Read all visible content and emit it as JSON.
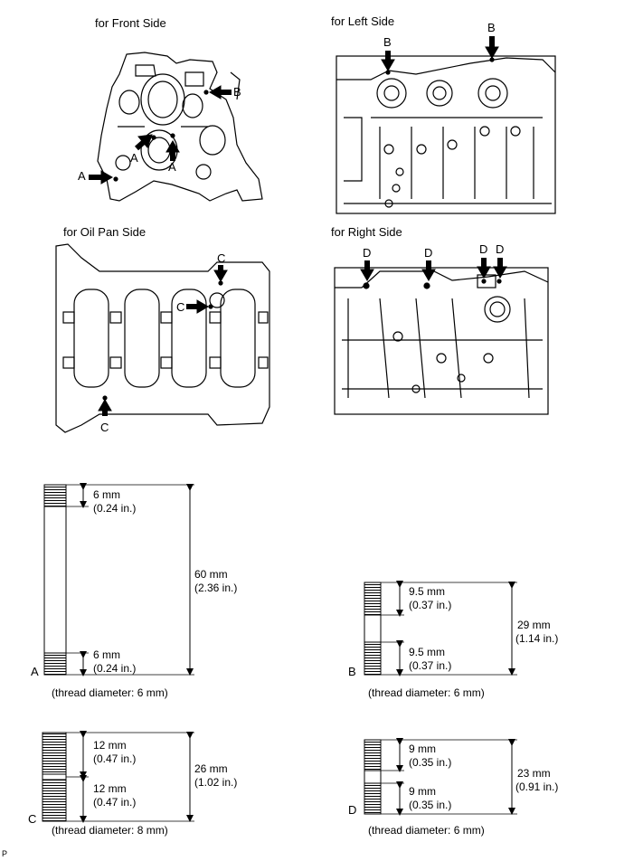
{
  "views": {
    "front": "for Front Side",
    "left": "for Left Side",
    "oil_pan": "for Oil Pan Side",
    "right": "for Right Side"
  },
  "letters": {
    "a": "A",
    "b": "B",
    "c": "C",
    "d": "D"
  },
  "bolts": {
    "a": {
      "thread_top_mm": "6 mm",
      "thread_top_in": "(0.24 in.)",
      "thread_bot_mm": "6 mm",
      "thread_bot_in": "(0.24 in.)",
      "total_mm": "60 mm",
      "total_in": "(2.36 in.)",
      "diameter": "(thread diameter: 6 mm)"
    },
    "b": {
      "thread_top_mm": "9.5 mm",
      "thread_top_in": "(0.37 in.)",
      "thread_bot_mm": "9.5 mm",
      "thread_bot_in": "(0.37 in.)",
      "total_mm": "29 mm",
      "total_in": "(1.14 in.)",
      "diameter": "(thread diameter: 6 mm)"
    },
    "c": {
      "thread_top_mm": "12 mm",
      "thread_top_in": "(0.47 in.)",
      "thread_bot_mm": "12 mm",
      "thread_bot_in": "(0.47 in.)",
      "total_mm": "26 mm",
      "total_in": "(1.02 in.)",
      "diameter": "(thread diameter: 8 mm)"
    },
    "d": {
      "thread_top_mm": "9 mm",
      "thread_top_in": "(0.35 in.)",
      "thread_bot_mm": "9 mm",
      "thread_bot_in": "(0.35 in.)",
      "total_mm": "23 mm",
      "total_in": "(0.91 in.)",
      "diameter": "(thread diameter: 6 mm)"
    }
  },
  "footer_code": "P"
}
